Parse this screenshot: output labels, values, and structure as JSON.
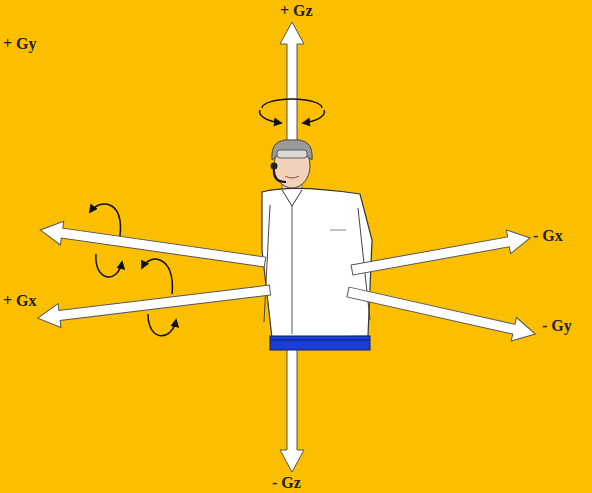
{
  "diagram": {
    "labels": [
      "+ Gz",
      "+ Gy",
      "- Gx",
      "+ Gx",
      "- Gy",
      "- Gz"
    ]
  }
}
